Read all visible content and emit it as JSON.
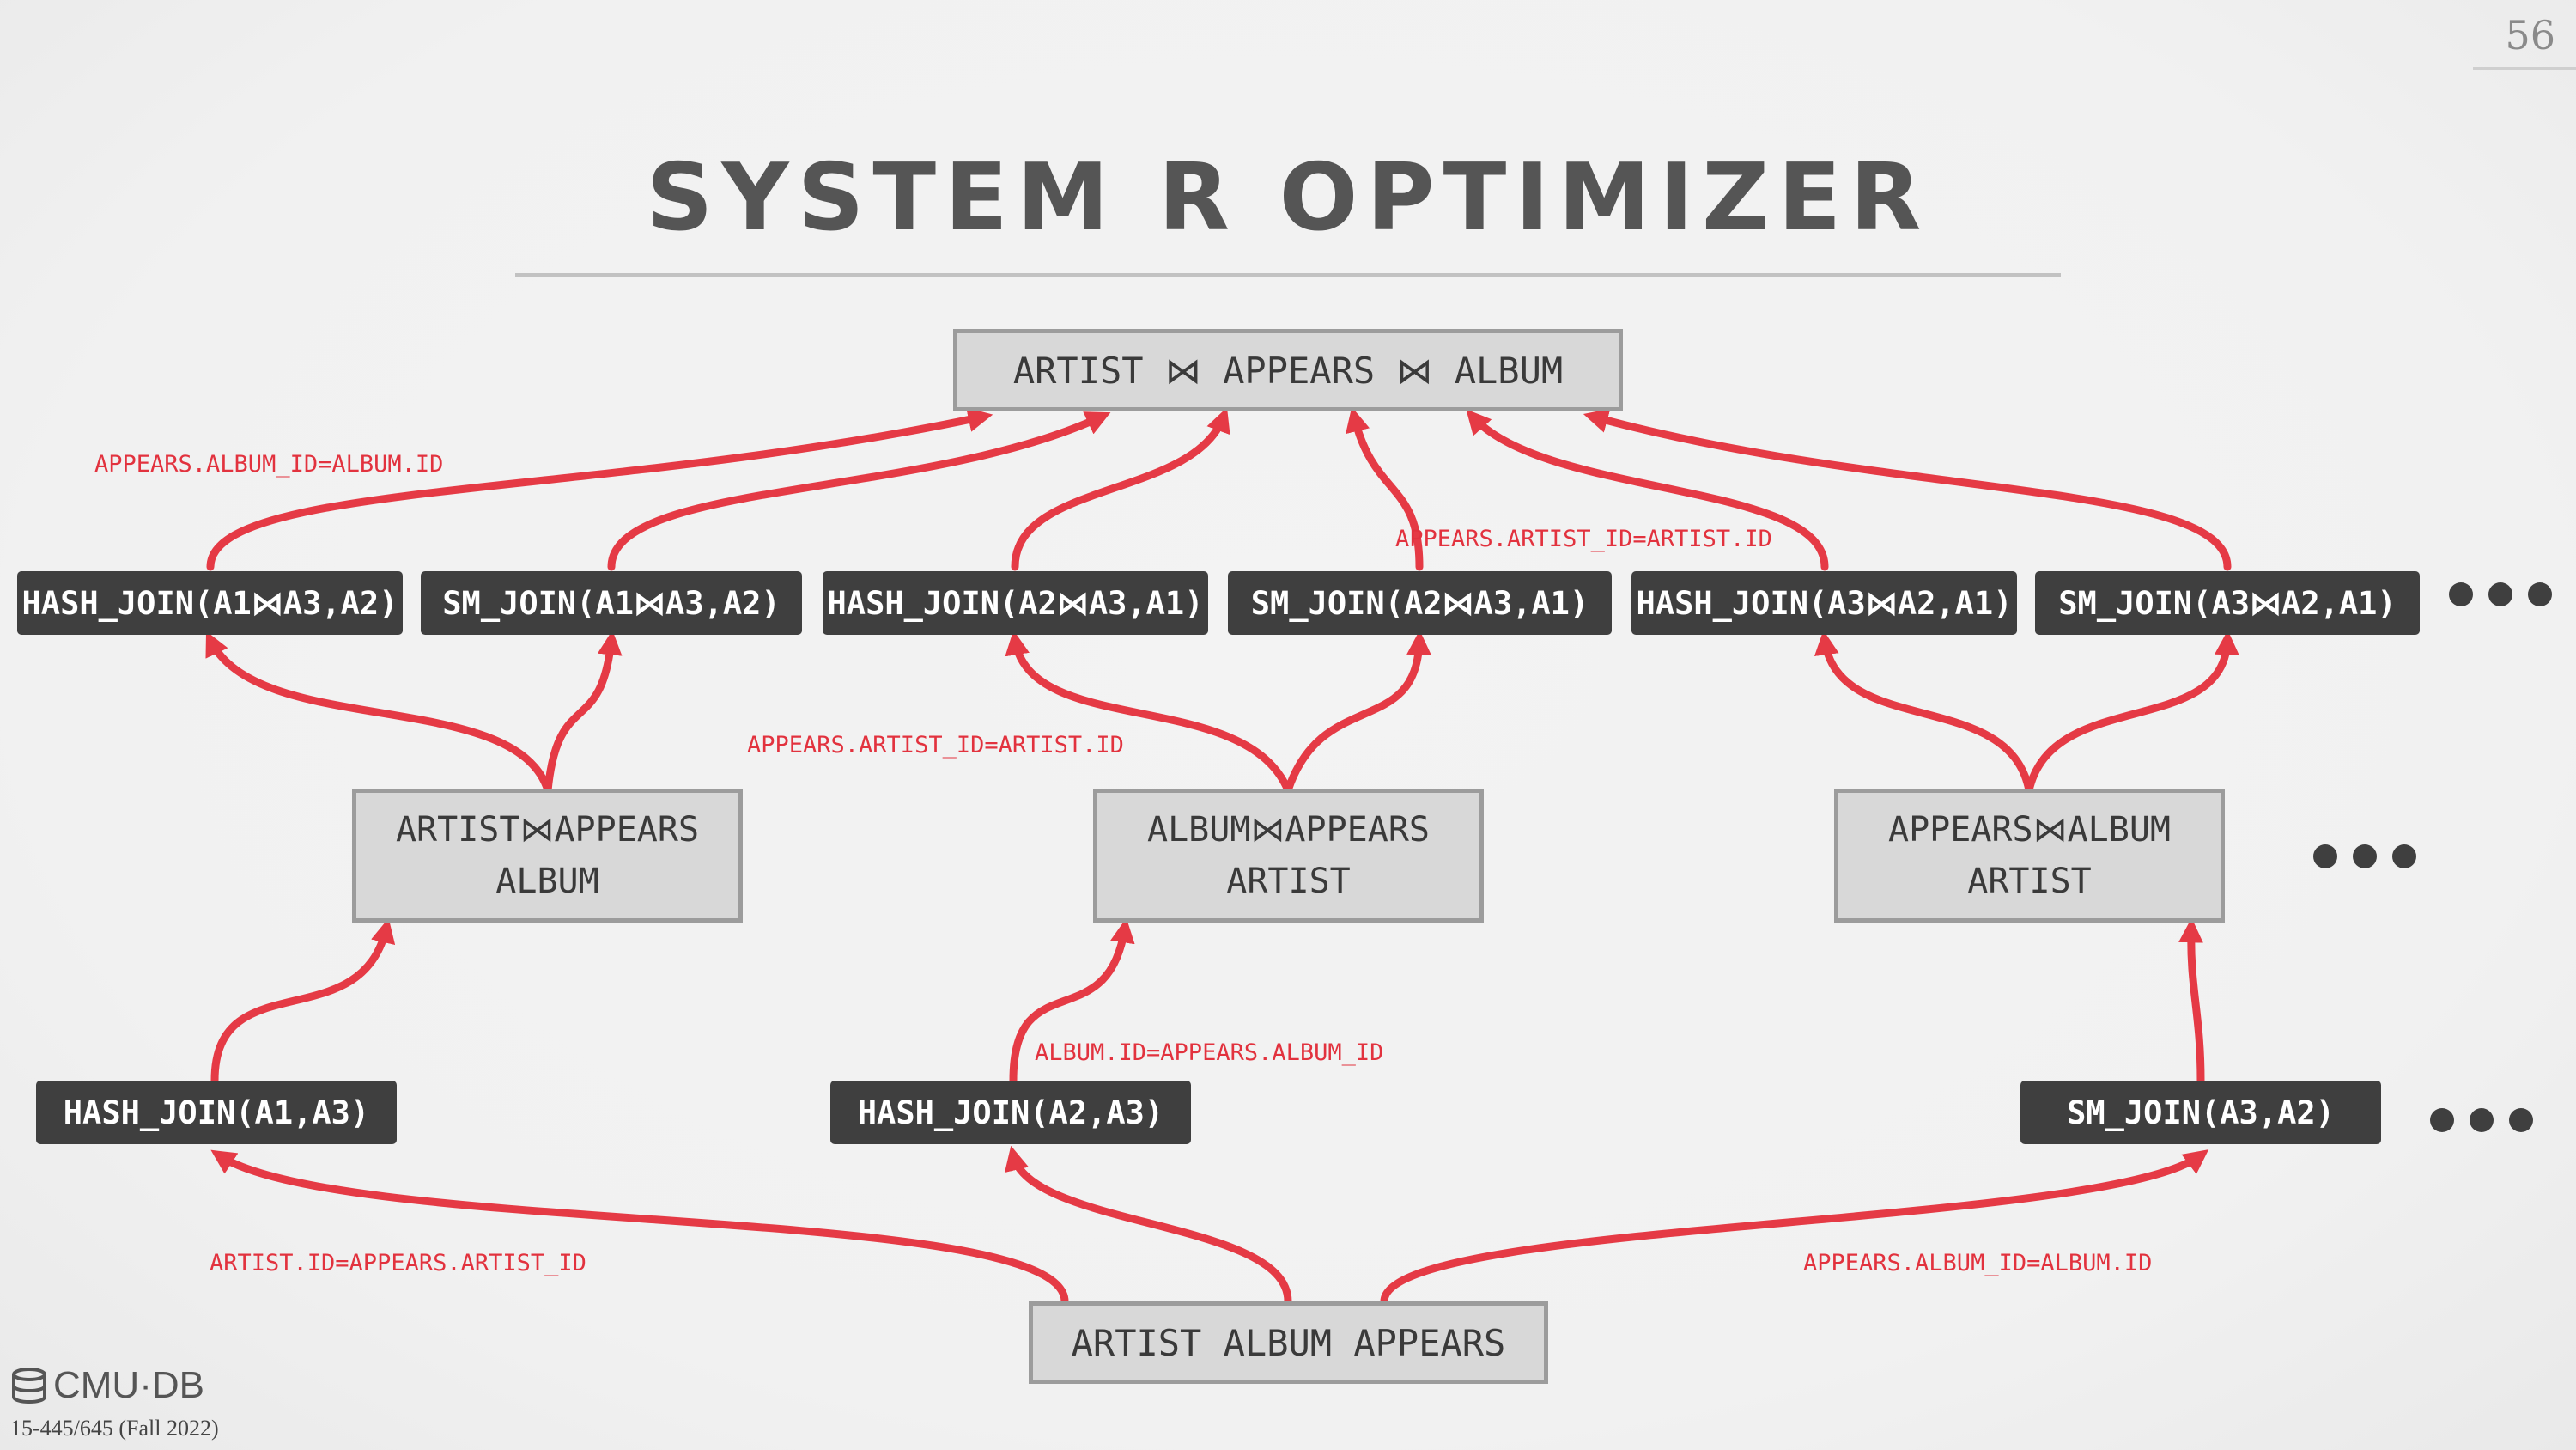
{
  "slide": {
    "page_number": "56",
    "title": "SYSTEM R OPTIMIZER",
    "footer_logo": "CMU·DB",
    "footer_course": "15-445/645 (Fall 2022)"
  },
  "nodes": {
    "top": "ARTIST ⋈ APPEARS ⋈ ALBUM",
    "bottom": "ARTIST ALBUM APPEARS",
    "mid1": [
      "ARTIST⋈APPEARS",
      "ALBUM"
    ],
    "mid2": [
      "ALBUM⋈APPEARS",
      "ARTIST"
    ],
    "mid3": [
      "APPEARS⋈ALBUM",
      "ARTIST"
    ]
  },
  "operators": {
    "upper": [
      "HASH_JOIN(A1⋈A3,A2)",
      "SM_JOIN(A1⋈A3,A2)",
      "HASH_JOIN(A2⋈A3,A1)",
      "SM_JOIN(A2⋈A3,A1)",
      "HASH_JOIN(A3⋈A2,A1)",
      "SM_JOIN(A3⋈A2,A1)"
    ],
    "lower": [
      "HASH_JOIN(A1,A3)",
      "HASH_JOIN(A2,A3)",
      "SM_JOIN(A3,A2)"
    ]
  },
  "conditions": {
    "album_top": "APPEARS.ALBUM_ID=ALBUM.ID",
    "artist_top": "APPEARS.ARTIST_ID=ARTIST.ID",
    "artist_mid": "APPEARS.ARTIST_ID=ARTIST.ID",
    "album_mid": "ALBUM.ID=APPEARS.ALBUM_ID",
    "artist_bottom": "ARTIST.ID=APPEARS.ARTIST_ID",
    "album_bottom": "APPEARS.ALBUM_ID=ALBUM.ID"
  },
  "colors": {
    "edge": "#e53a45",
    "condition_text": "#e2323e",
    "operator_bg": "#3f3f3f",
    "node_bg": "#d8d8d8"
  }
}
